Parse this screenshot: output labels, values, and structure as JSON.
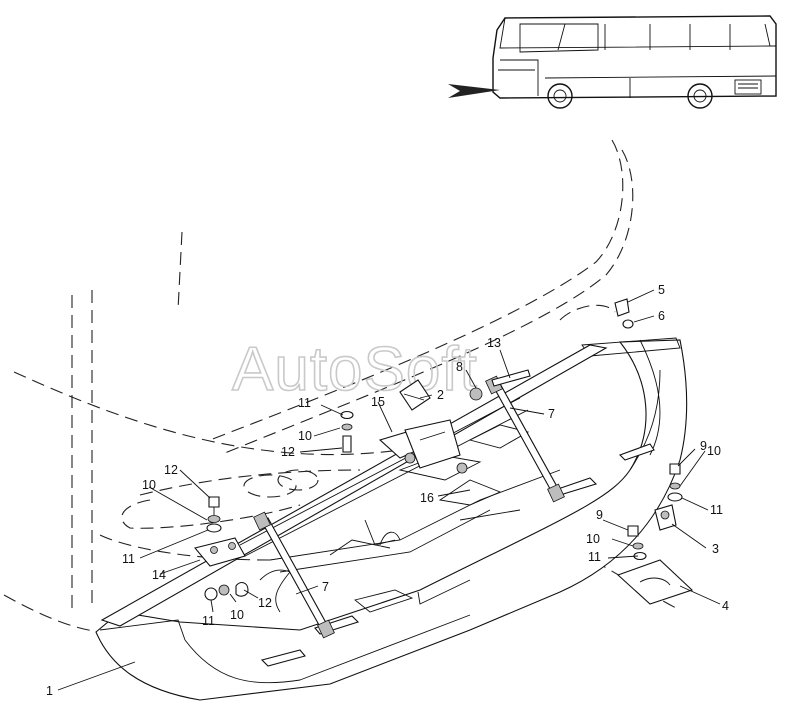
{
  "watermark": "AutoSoft",
  "callouts": [
    {
      "id": "c1",
      "text": "1"
    },
    {
      "id": "c2",
      "text": "2"
    },
    {
      "id": "c3",
      "text": "3"
    },
    {
      "id": "c4",
      "text": "4"
    },
    {
      "id": "c5",
      "text": "5"
    },
    {
      "id": "c6",
      "text": "6"
    },
    {
      "id": "c7a",
      "text": "7"
    },
    {
      "id": "c7b",
      "text": "7"
    },
    {
      "id": "c8",
      "text": "8"
    },
    {
      "id": "c9a",
      "text": "9"
    },
    {
      "id": "c9b",
      "text": "9"
    },
    {
      "id": "c10a",
      "text": "10"
    },
    {
      "id": "c10b",
      "text": "10"
    },
    {
      "id": "c10c",
      "text": "10"
    },
    {
      "id": "c10d",
      "text": "10"
    },
    {
      "id": "c10e",
      "text": "10"
    },
    {
      "id": "c11a",
      "text": "11"
    },
    {
      "id": "c11b",
      "text": "11"
    },
    {
      "id": "c11c",
      "text": "11"
    },
    {
      "id": "c11d",
      "text": "11"
    },
    {
      "id": "c11e",
      "text": "11"
    },
    {
      "id": "c12a",
      "text": "12"
    },
    {
      "id": "c12b",
      "text": "12"
    },
    {
      "id": "c12c",
      "text": "12"
    },
    {
      "id": "c13",
      "text": "13"
    },
    {
      "id": "c14",
      "text": "14"
    },
    {
      "id": "c15",
      "text": "15"
    },
    {
      "id": "c16",
      "text": "16"
    }
  ]
}
